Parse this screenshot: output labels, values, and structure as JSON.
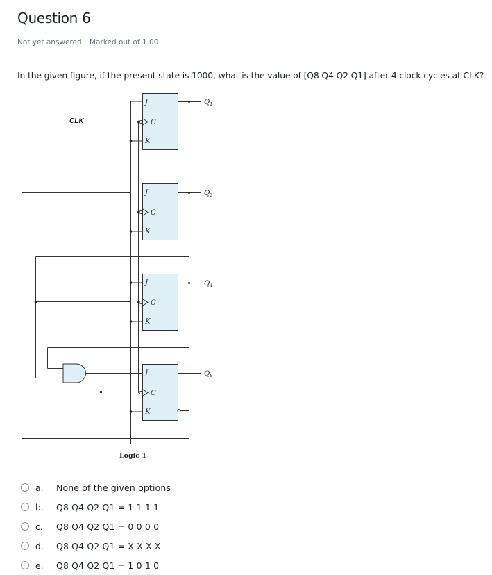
{
  "question": {
    "title": "Question 6",
    "status": "Not yet answered",
    "marks": "Marked out of 1.00",
    "text": "In the given figure, if the present state is 1000, what is the value of [Q8 Q4 Q2 Q1] after 4 clock cycles at CLK?"
  },
  "figure": {
    "clk_label": "CLK",
    "logic_label": "Logic 1",
    "ff_pins": {
      "j": "J",
      "c": "C",
      "k": "K"
    },
    "outputs": [
      {
        "main": "Q",
        "sub": "1"
      },
      {
        "main": "Q",
        "sub": "2"
      },
      {
        "main": "Q",
        "sub": "4"
      },
      {
        "main": "Q",
        "sub": "8"
      }
    ],
    "colors": {
      "ff_fill": "#dff0f6",
      "line": "#333333"
    }
  },
  "answers": [
    {
      "letter": "a.",
      "text": "None of the given options"
    },
    {
      "letter": "b.",
      "text": "Q8 Q4 Q2 Q1 = 1 1 1 1"
    },
    {
      "letter": "c.",
      "text": "Q8 Q4 Q2 Q1 = 0 0 0 0"
    },
    {
      "letter": "d.",
      "text": "Q8 Q4 Q2 Q1 = X X X X"
    },
    {
      "letter": "e.",
      "text": "Q8 Q4 Q2 Q1 = 1 0 1 0"
    }
  ]
}
